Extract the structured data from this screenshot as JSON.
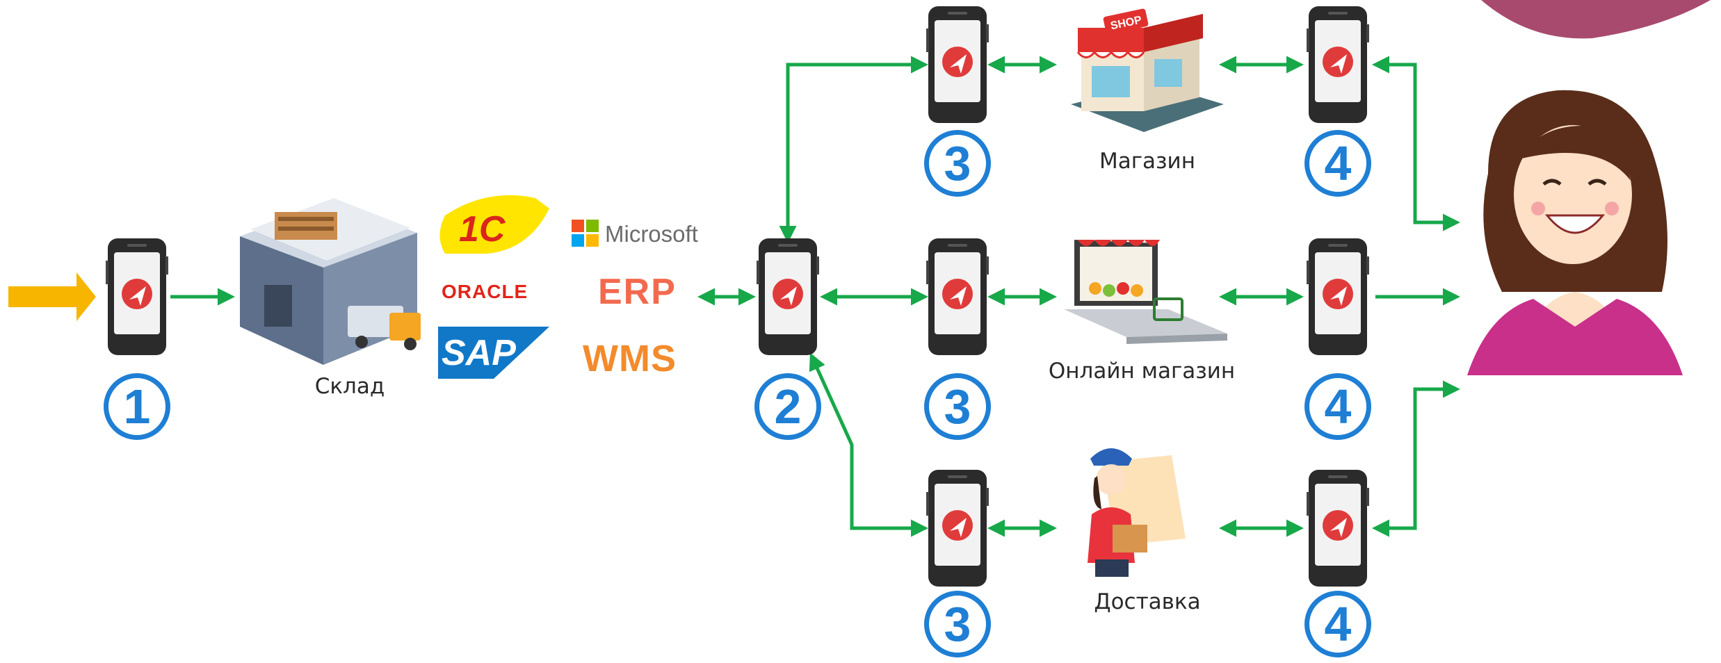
{
  "labels": {
    "warehouse": "Склад",
    "shop": "Магазин",
    "online_shop": "Онлайн магазин",
    "delivery": "Доставка",
    "shop_sign": "SHOP"
  },
  "logos": {
    "one_c": "1С",
    "oracle": "ORACLE",
    "sap": "SAP",
    "microsoft": "Microsoft",
    "erp": "ERP",
    "wms": "WMS"
  },
  "steps": {
    "s1": "1",
    "s2": "2",
    "s3": "3",
    "s4": "4"
  },
  "colors": {
    "arrow_green": "#17a84a",
    "input_arrow": "#f7b500",
    "step_blue": "#1e7fd4",
    "phone_accent": "#e03b3b"
  },
  "icons": {
    "device": "mobile-terminal-icon",
    "warehouse": "warehouse-illustration",
    "shop": "shop-building-illustration",
    "online_shop": "laptop-shop-illustration",
    "delivery": "courier-illustration",
    "customer": "customer-woman-illustration"
  }
}
